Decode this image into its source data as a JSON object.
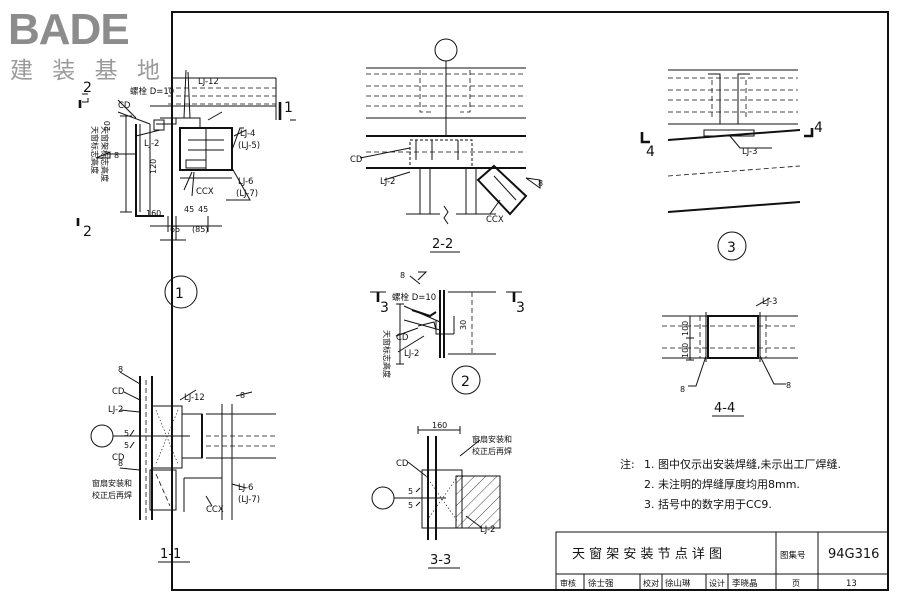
{
  "watermark": {
    "brand": "BADE",
    "subtitle": "建 装 基 地"
  },
  "title_block": {
    "title": "天 窗 架 安 装 节 点 详 图",
    "atlas_label": "图集号",
    "atlas_no": "94G316",
    "review_label": "审核",
    "check_label": "校对",
    "design_label": "设计",
    "page_label": "页",
    "page_no": "13",
    "sign_review": "徐士强",
    "sign_check": "徐山琳",
    "sign_design": "李晓晶"
  },
  "notes": {
    "prefix": "注:",
    "items": [
      "1. 图中仅示出安装焊缝,未示出工厂焊缝.",
      "2. 未注明的焊缝厚度均用8mm.",
      "3. 括号中的数字用于CC9."
    ]
  },
  "detail1": {
    "cut_mark_left": "2",
    "cut_mark_right": "1",
    "circle": "1",
    "bolt": "螺栓 D=10",
    "lj12": "LJ-12",
    "cd": "CD",
    "lj2": "LJ-2",
    "lj4": "LJ-4",
    "lj5": "(LJ-5)",
    "ccx": "CCX",
    "lj6": "LJ-6",
    "lj7": "(LJ-7)",
    "weld": "8",
    "dim_20": "20",
    "dim_120": "120",
    "dim_160": "160",
    "dim_45a": "45",
    "dim_45b": "45",
    "dim_65": "65",
    "dim_85": "(85)",
    "vert_text1": "天窗架标志高度",
    "vert_text2": "天窗标志高度"
  },
  "detail22": {
    "cd": "CD",
    "lj2": "LJ-2",
    "weld": "8",
    "ccx": "CCX",
    "caption": "2-2"
  },
  "detail3": {
    "cut_mark": "4",
    "lj3": "LJ-3",
    "circle": "3"
  },
  "detail2": {
    "cut_mark": "3",
    "weld": "8",
    "bolt": "螺栓 D=10",
    "dim_30": "30",
    "cd": "CD",
    "lj2": "LJ-2",
    "circle": "2",
    "vert_text": "天窗标志高度"
  },
  "detail44": {
    "lj3": "LJ-3",
    "dim_100a": "100",
    "dim_100b": "100",
    "weld_a": "8",
    "weld_b": "8",
    "caption": "4-4"
  },
  "detail11": {
    "w8a": "8",
    "cd": "CD",
    "lj2": "LJ-2",
    "lj12": "LJ-12",
    "w8b": "8",
    "dim_5a": "5",
    "dim_5b": "5",
    "w8c": "8",
    "cd2": "CD",
    "note1": "窗扇安装和",
    "note2": "校正后再焊",
    "lj6": "LJ-6",
    "lj7": "(LJ-7)",
    "ccx": "CCX",
    "caption": "1-1"
  },
  "detail33": {
    "dim_160": "160",
    "cd": "CD",
    "dim_5a": "5",
    "dim_5b": "5",
    "note1": "窗扇安装和",
    "note2": "校正后再焊",
    "lj2": "LJ-2",
    "caption": "3-3"
  }
}
